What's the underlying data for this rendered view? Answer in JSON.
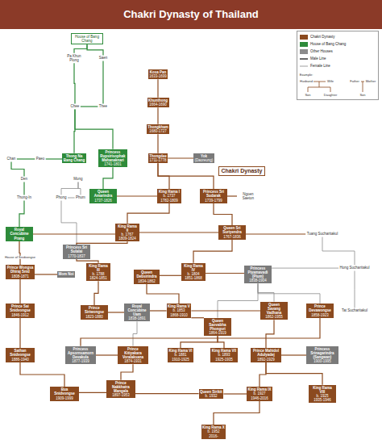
{
  "diagram": {
    "title": "Chakri Dynasty of Thailand",
    "nodes": [
      {
        "text": [
          "House of Bang Chang"
        ]
      },
      {
        "text": [
          "Pa Khun Plong"
        ]
      },
      {
        "text": [
          "Saen"
        ]
      },
      {
        "text": [
          "Chee"
        ]
      },
      {
        "text": [
          "Thee"
        ]
      },
      {
        "text": [
          "Chan"
        ]
      },
      {
        "text": [
          "Paeo"
        ]
      },
      {
        "text": [
          "Thong Na Bang Chang"
        ]
      },
      {
        "text": [
          "Princess Rupsirisophak Mahanaknari",
          "1741-1801"
        ]
      },
      {
        "text": [
          "Den"
        ]
      },
      {
        "text": [
          "Mong"
        ]
      },
      {
        "text": [
          "Thong-In"
        ]
      },
      {
        "text": [
          "Phong"
        ]
      },
      {
        "text": [
          "Phum"
        ]
      },
      {
        "text": [
          "Queen Amarindra",
          "1737-1826"
        ]
      },
      {
        "text": [
          "Kosa Pan",
          "1633-1699"
        ]
      },
      {
        "text": [
          "Khunthong",
          "1664-1690"
        ]
      },
      {
        "text": [
          "Thongkham",
          "1680-1727"
        ]
      },
      {
        "text": [
          "Thongdee",
          "1711-1778"
        ]
      },
      {
        "text": [
          "Yok",
          "(Daoreung)"
        ]
      },
      {
        "text": [
          "Chakri Dynasty"
        ]
      },
      {
        "text": [
          "King Rama I",
          "b. 1737",
          "1782-1809"
        ]
      },
      {
        "text": [
          "Princess Sri Sudarak",
          "1739-1799"
        ]
      },
      {
        "text": [
          "Ngoen Saeton"
        ]
      },
      {
        "text": [
          "Royal Concubine Prang"
        ]
      },
      {
        "text": [
          "King Rama II",
          "b. 1767",
          "1809-1824"
        ]
      },
      {
        "text": [
          "Queen Sri Suriyendra",
          "1767-1836"
        ]
      },
      {
        "text": [
          "Tuang Sucharitakul"
        ]
      },
      {
        "text": [
          "Princess Sri Sulalai",
          "1770-1837"
        ]
      },
      {
        "text": [
          "Hong Sucharitakul"
        ]
      },
      {
        "text": [
          "Prince Wongsa Dhiraj Snid",
          "1808-1871"
        ]
      },
      {
        "text": [
          "Mom Noi"
        ]
      },
      {
        "text": [
          "King Rama III",
          "b. 1788",
          "1824-1851"
        ]
      },
      {
        "text": [
          "Queen Debsirindra",
          "1834-1862"
        ]
      },
      {
        "text": [
          "King Rama IV",
          "b. 1804",
          "1851-1868"
        ]
      },
      {
        "text": [
          "Princess Piyamavadi (Pium)",
          "1838-1904"
        ]
      },
      {
        "text": [
          "Prince Sai Snidvongse",
          "1846-1912"
        ]
      },
      {
        "text": [
          "Prince Siriwongse",
          "1823-1880"
        ]
      },
      {
        "text": [
          "Royal Concubine Uam",
          "1838-1891"
        ]
      },
      {
        "text": [
          "King Rama V",
          "b. 1853",
          "1868-1910"
        ]
      },
      {
        "text": [
          "Queen Saovabha Phongsri",
          "1864-1919"
        ]
      },
      {
        "text": [
          "Queen Savang Vadhana",
          "1862-1955"
        ]
      },
      {
        "text": [
          "Prince Devawongse",
          "1858-1923"
        ]
      },
      {
        "text": [
          "Tat Sucharitakul"
        ]
      },
      {
        "text": [
          "Sathan Snidvongse",
          "1886-1940"
        ]
      },
      {
        "text": [
          "Princess Apsornsamorn Devakula",
          "1877-1939"
        ]
      },
      {
        "text": [
          "Prince Kitiyakara Voralaksana",
          "1874-1931"
        ]
      },
      {
        "text": [
          "King Rama VI",
          "b. 1881",
          "1910-1925"
        ]
      },
      {
        "text": [
          "King Rama VII",
          "b. 1893",
          "1925-1935"
        ]
      },
      {
        "text": [
          "Prince Mahidol Adulyadej",
          "1892-1929"
        ]
      },
      {
        "text": [
          "Princess Srinagarindra (Sangwan)",
          "1900-1995"
        ]
      },
      {
        "text": [
          "Bua Snidvongse",
          "1909-1999"
        ]
      },
      {
        "text": [
          "Prince Nakkhatra Mangala",
          "1897-1953"
        ]
      },
      {
        "text": [
          "Queen Sirikit",
          "b. 1932"
        ]
      },
      {
        "text": [
          "King Rama IX",
          "b. 1927",
          "1946-2016"
        ]
      },
      {
        "text": [
          "King Rama VIII",
          "b. 1925",
          "1935-1946"
        ]
      },
      {
        "text": [
          "King Rama X",
          "b. 1952",
          "2016-"
        ]
      }
    ],
    "edges": [
      {
        "from": 0,
        "to": 1,
        "arrow": "none"
      },
      {
        "from": 0,
        "to": 2,
        "arrow": "none"
      },
      {
        "from": 1,
        "to": 3,
        "arrow": "none"
      },
      {
        "from": 2,
        "to": 4,
        "arrow": "none"
      },
      {
        "from": 3,
        "to": 4,
        "arrow": "none"
      },
      {
        "from": 3,
        "to": 7,
        "arrow": "none"
      },
      {
        "from": 3,
        "to": 8,
        "arrow": "none"
      },
      {
        "from": 7,
        "to": 6,
        "arrow": "none"
      },
      {
        "from": 5,
        "to": 6,
        "arrow": "none"
      },
      {
        "from": 5,
        "to": 9,
        "arrow": "none"
      },
      {
        "from": 9,
        "to": 11,
        "arrow": "none"
      },
      {
        "from": 11,
        "to": 24,
        "arrow": "none"
      },
      {
        "from": 10,
        "to": 12,
        "arrow": "none"
      },
      {
        "from": 10,
        "to": 13,
        "arrow": "none"
      },
      {
        "from": 12,
        "to": 13,
        "arrow": "none"
      },
      {
        "from": 12,
        "to": 28,
        "arrow": "none"
      },
      {
        "from": 8,
        "to": 14,
        "arrow": "none"
      },
      {
        "from": 15,
        "to": 16,
        "arrow": "none"
      },
      {
        "from": 16,
        "to": 17,
        "arrow": "none"
      },
      {
        "from": 17,
        "to": 18,
        "arrow": "none"
      },
      {
        "from": 18,
        "to": 19,
        "arrow": "none"
      },
      {
        "from": 18,
        "to": 21,
        "arrow": "none"
      },
      {
        "from": 18,
        "to": 22,
        "arrow": "none"
      },
      {
        "from": 14,
        "to": 21,
        "arrow": "none"
      },
      {
        "from": 21,
        "to": 25,
        "arrow": "none"
      },
      {
        "from": 22,
        "to": 23,
        "arrow": "none"
      },
      {
        "from": 22,
        "to": 26,
        "arrow": "none"
      },
      {
        "from": 26,
        "to": 27,
        "arrow": "none"
      },
      {
        "from": 27,
        "to": 29,
        "arrow": "none"
      },
      {
        "from": 29,
        "to": 35,
        "arrow": "none"
      },
      {
        "from": 29,
        "to": 43,
        "arrow": "none"
      },
      {
        "from": 25,
        "to": 24,
        "arrow": "none"
      },
      {
        "from": 24,
        "to": 30,
        "arrow": "none"
      },
      {
        "from": 25,
        "to": 28,
        "arrow": "none"
      },
      {
        "from": 28,
        "to": 32,
        "arrow": "none"
      },
      {
        "from": 25,
        "to": 26,
        "arrow": "none"
      },
      {
        "from": 26,
        "to": 34,
        "arrow": "none"
      },
      {
        "from": 30,
        "to": 31,
        "arrow": "none"
      },
      {
        "from": 30,
        "to": 36,
        "arrow": "none"
      },
      {
        "from": 36,
        "to": 44,
        "arrow": "none"
      },
      {
        "from": 44,
        "to": 51,
        "arrow": "none"
      },
      {
        "from": 32,
        "to": 37,
        "arrow": "none"
      },
      {
        "from": 37,
        "to": 38,
        "arrow": "none"
      },
      {
        "from": 34,
        "to": 33,
        "arrow": "none"
      },
      {
        "from": 33,
        "to": 39,
        "arrow": "none"
      },
      {
        "from": 34,
        "to": 35,
        "arrow": "none"
      },
      {
        "from": 35,
        "to": 41,
        "arrow": "none"
      },
      {
        "from": 35,
        "to": 40,
        "arrow": "none"
      },
      {
        "from": 35,
        "to": 42,
        "arrow": "none"
      },
      {
        "from": 39,
        "to": 38,
        "arrow": "none"
      },
      {
        "from": 38,
        "to": 46,
        "arrow": "none"
      },
      {
        "from": 39,
        "to": 40,
        "arrow": "none"
      },
      {
        "from": 40,
        "to": 47,
        "arrow": "none"
      },
      {
        "from": 40,
        "to": 48,
        "arrow": "none"
      },
      {
        "from": 39,
        "to": 41,
        "arrow": "none"
      },
      {
        "from": 41,
        "to": 49,
        "arrow": "none"
      },
      {
        "from": 42,
        "to": 45,
        "arrow": "none"
      },
      {
        "from": 46,
        "to": 45,
        "arrow": "none"
      },
      {
        "from": 46,
        "to": 52,
        "arrow": "none"
      },
      {
        "from": 52,
        "to": 51,
        "arrow": "none"
      },
      {
        "from": 52,
        "to": 53,
        "arrow": "none"
      },
      {
        "from": 49,
        "to": 50,
        "arrow": "none"
      },
      {
        "from": 49,
        "to": 54,
        "arrow": "none"
      },
      {
        "from": 49,
        "to": 55,
        "arrow": "none"
      },
      {
        "from": 54,
        "to": 53,
        "arrow": "none"
      },
      {
        "from": 54,
        "to": 56,
        "arrow": "none"
      }
    ],
    "labels": [
      "Example:",
      "Husband",
      "Wife",
      "Son",
      "Daughter",
      "Father",
      "Mother",
      "Son",
      "House of Snidvongse"
    ],
    "legend": [
      {
        "text": "Chakri Dynasty",
        "color": "#8b4a1f"
      },
      {
        "text": "House of Bang Chang",
        "color": "#2e8b3a"
      },
      {
        "text": "Other Houses",
        "color": "#8c8c8c"
      },
      {
        "text": "Male Line"
      },
      {
        "text": "Female Line"
      }
    ]
  }
}
